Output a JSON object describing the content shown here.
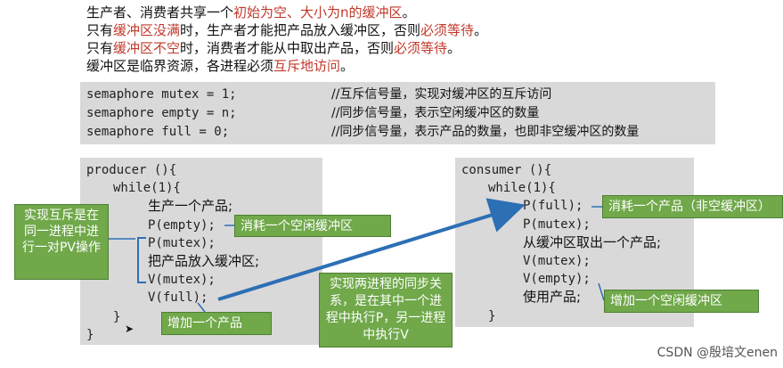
{
  "intro": {
    "line1": [
      "生产者、消费者共享一个",
      "初始为空、大小为n的缓冲区",
      "。"
    ],
    "line2": [
      "只有",
      "缓冲区没满",
      "时，生产者才能把产品放入缓冲区，否则",
      "必须等待",
      "。"
    ],
    "line3": [
      "只有",
      "缓冲区不空",
      "时，消费者才能从中取出产品，否则",
      "必须等待",
      "。"
    ],
    "line4": [
      "缓冲区是临界资源，各进程必须",
      "互斥地访问",
      "。"
    ]
  },
  "semaphores": [
    {
      "code": "semaphore mutex = 1;",
      "comment": "//互斥信号量，实现对缓冲区的互斥访问"
    },
    {
      "code": "semaphore empty = n;",
      "comment": "//同步信号量，表示空闲缓冲区的数量"
    },
    {
      "code": "semaphore full = 0;",
      "comment": "//同步信号量，表示产品的数量，也即非空缓冲区的数量"
    }
  ],
  "producer": {
    "header": "producer (){",
    "loop": "while(1){",
    "lines": [
      "生产一个产品;",
      "P(empty);",
      "P(mutex);",
      "把产品放入缓冲区;",
      "V(mutex);",
      "V(full);"
    ],
    "close_inner": "}",
    "close_outer": "}"
  },
  "consumer": {
    "header": "consumer (){",
    "loop": "while(1){",
    "lines": [
      "P(full);",
      "P(mutex);",
      "从缓冲区取出一个产品;",
      "V(mutex);",
      "V(empty);",
      "使用产品;"
    ],
    "close": "}"
  },
  "callouts": {
    "mutex_note": "实现互斥是在同一进程中进行一对PV操作",
    "consume_empty": "消耗一个空闲缓冲区",
    "add_product": "增加一个产品",
    "consume_product": "消耗一个产品（非空缓冲区）",
    "add_empty": "增加一个空闲缓冲区",
    "sync_note": "实现两进程的同步关系，是在其中一个进程中执行P，另一进程中执行V"
  },
  "watermark": "CSDN @殷培文enen",
  "colors": {
    "accent_red": "#c0392b",
    "callout_green": "#70a84a",
    "arrow_blue": "#2d6fb5",
    "code_bg": "#d9d9d9"
  }
}
